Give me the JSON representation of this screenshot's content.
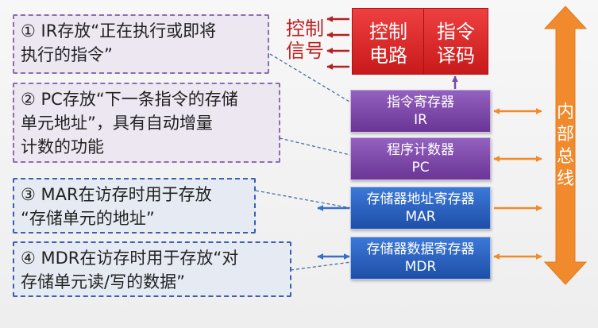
{
  "notes": [
    {
      "number": "①",
      "line1": "IR存放“正在执行或即将",
      "line2": "执行的指令”",
      "line3": ""
    },
    {
      "number": "②",
      "line1": "PC存放“下一条指令的存储",
      "line2": "单元地址”，具有自动增量",
      "line3": "计数的功能"
    },
    {
      "number": "③",
      "line1": "MAR在访存时用于存放",
      "line2": "“存储单元的地址”",
      "line3": ""
    },
    {
      "number": "④",
      "line1": "MDR在访存时用于存放“对",
      "line2": "存储单元读/写的数据”",
      "line3": ""
    }
  ],
  "control_signals": {
    "line1": "控制",
    "line2": "信号"
  },
  "control_circuit": {
    "line1": "控制",
    "line2": "电路"
  },
  "instruction_decoder": {
    "line1": "指令",
    "line2": "译码"
  },
  "registers": {
    "ir": {
      "name": "指令寄存器",
      "abbr": "IR"
    },
    "pc": {
      "name": "程序计数器",
      "abbr": "PC"
    },
    "mar": {
      "name": "存储器地址寄存器",
      "abbr": "MAR"
    },
    "mdr": {
      "name": "存储器数据寄存器",
      "abbr": "MDR"
    }
  },
  "internal_bus": {
    "c1": "内",
    "c2": "部",
    "c3": "总",
    "c4": "线"
  },
  "colors": {
    "bus": "#f08a2c",
    "control_arrows": "#b22222",
    "purple": "#6a3596",
    "blue": "#1e4fa8",
    "red": "#d92323"
  }
}
